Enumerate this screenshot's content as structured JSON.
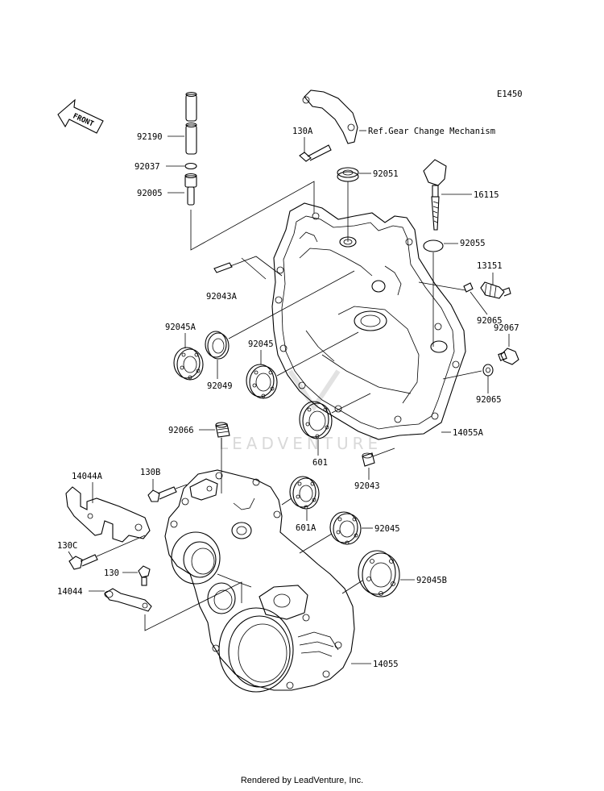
{
  "diagram_code": "E1450",
  "front_label": "FRONT",
  "watermark": "LEADVENTURE",
  "footer": "Rendered by LeadVenture, Inc.",
  "labels": {
    "p92190": "92190",
    "p92037": "92037",
    "p92005": "92005",
    "p130A": "130A",
    "ref_gear": "Ref.Gear Change Mechanism",
    "p92051": "92051",
    "p16115": "16115",
    "p92055": "92055",
    "p13151": "13151",
    "p92043A": "92043A",
    "p92065a": "92065",
    "p92067": "92067",
    "p92045A": "92045A",
    "p92045a": "92045",
    "p92049": "92049",
    "p92065b": "92065",
    "p92066": "92066",
    "p14055A": "14055A",
    "p601": "601",
    "p14044A": "14044A",
    "p130B": "130B",
    "p92043": "92043",
    "p601A": "601A",
    "p92045b": "92045",
    "p130C": "130C",
    "p130": "130",
    "p92045B": "92045B",
    "p14044": "14044",
    "p14055": "14055"
  }
}
